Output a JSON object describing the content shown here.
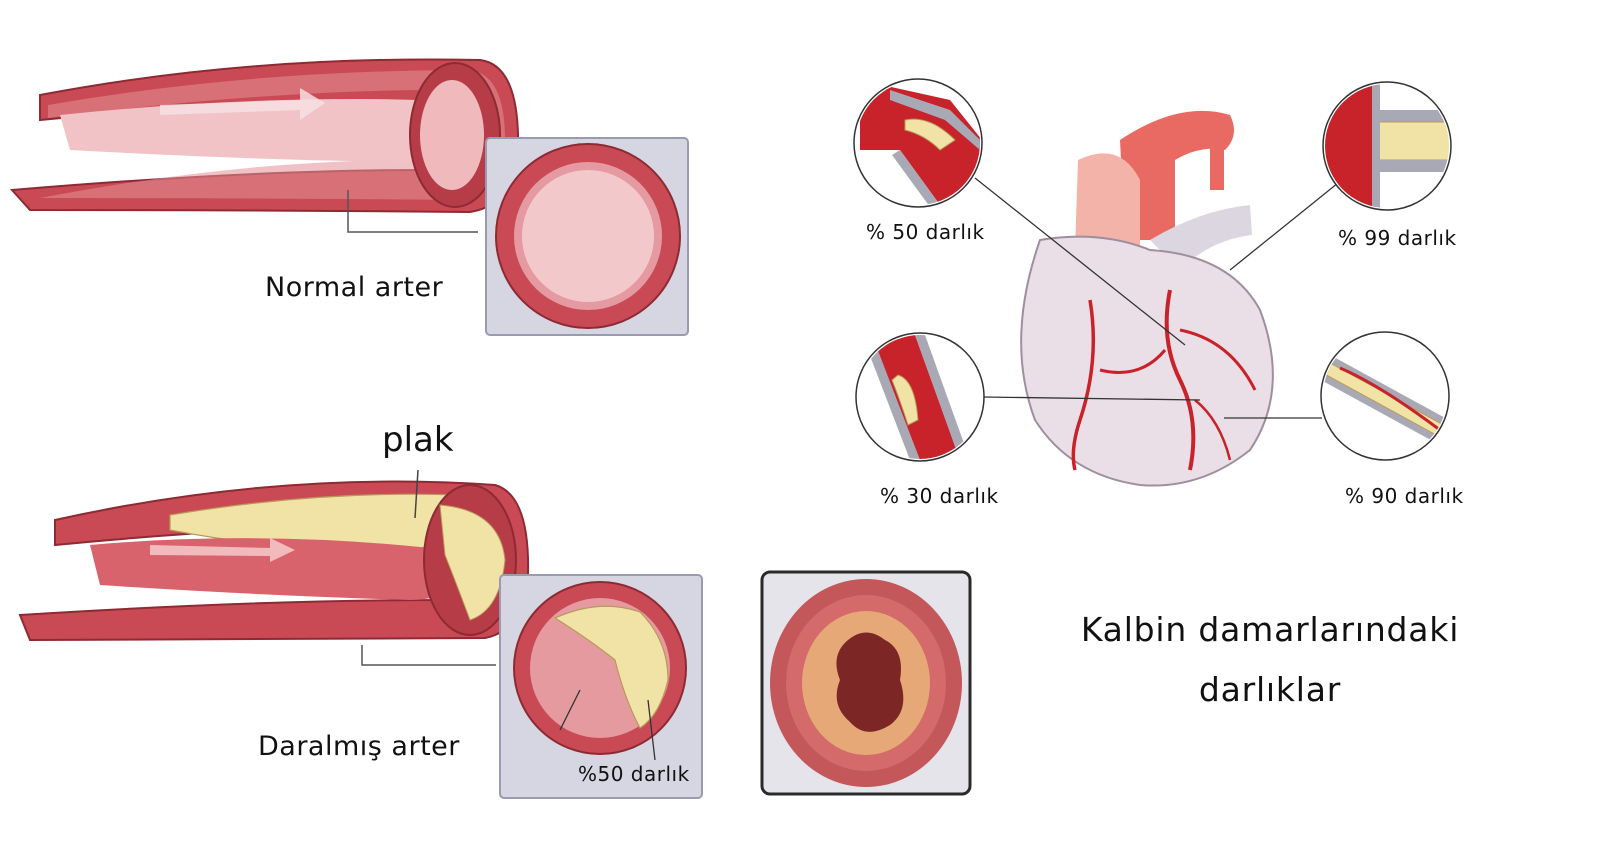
{
  "labels": {
    "normal_artery": "Normal arter",
    "plaque": "plak",
    "narrowed_artery": "Daralmış arter",
    "narrowed_50": "%50 darlık",
    "heart_50": "% 50 darlık",
    "heart_99": "% 99 darlık",
    "heart_30": "% 30 darlık",
    "heart_90": "% 90 darlık"
  },
  "title": {
    "line1": "Kalbin damarlarındaki",
    "line2": "darlıklar"
  },
  "colors": {
    "artery_wall": "#c94a55",
    "artery_light": "#eaa0a6",
    "artery_lumen": "#f3c9cc",
    "plaque": "#f1e2a6",
    "blood": "#c8222a",
    "panel_bg": "#d6d5e2",
    "heart": "#eadfe6"
  }
}
